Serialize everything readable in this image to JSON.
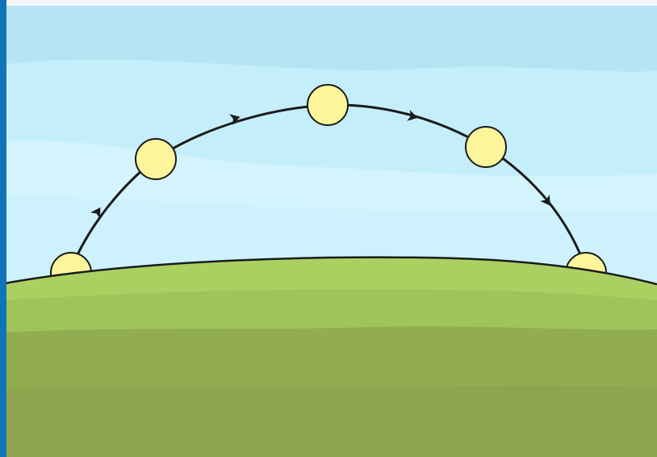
{
  "scene": {
    "subject": "sun-path-across-sky",
    "sun_positions": [
      {
        "id": "sunrise",
        "label": ""
      },
      {
        "id": "morning",
        "label": ""
      },
      {
        "id": "noon",
        "label": ""
      },
      {
        "id": "afternoon",
        "label": ""
      },
      {
        "id": "sunset",
        "label": ""
      }
    ],
    "arrow_count": 4,
    "arrow_direction": "left-to-right"
  },
  "colors": {
    "left_stripe": "#1274b8",
    "top_border": "#f2f6fa",
    "sky_top": "#b7e4f4",
    "sky_mid": "#c5eefb",
    "sky_low": "#cdf2fd",
    "sky_cloud_band": "#d3f4fd",
    "grass_light": "#a9d061",
    "grass_mid": "#9ec45a",
    "grass_dark": "#92ad4f",
    "grass_bottom": "#8ea44e",
    "sun_fill": "#fdf59c",
    "outline": "#1b1b1b"
  }
}
